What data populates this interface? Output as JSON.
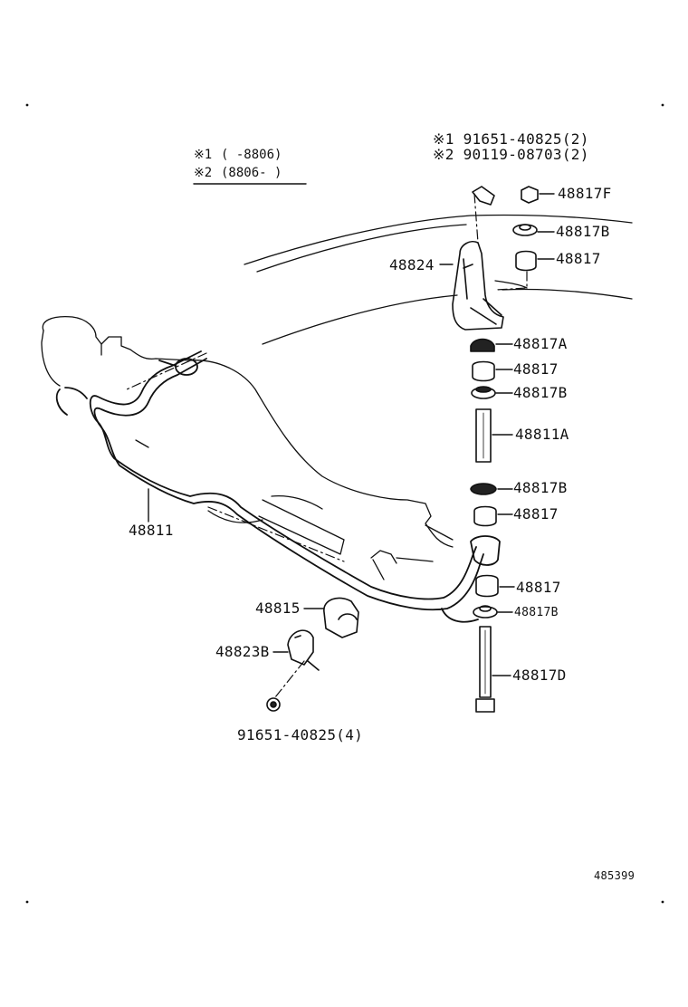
{
  "notes": {
    "mark1": "※1",
    "range1": "(     -8806)",
    "mark2": "※2",
    "range2": "(8806-     )"
  },
  "fasteners": [
    "※1 91651-40825(2)",
    "※2 90119-08703(2)"
  ],
  "parts": {
    "p48817F": "48817F",
    "p48817B_top": "48817B",
    "p48817_top": "48817",
    "p48824": "48824",
    "p48817A": "48817A",
    "p48817_2": "48817",
    "p48817B_2": "48817B",
    "p48811A": "48811A",
    "p48817B_3": "48817B",
    "p48817_3": "48817",
    "p48811": "48811",
    "p48817_4": "48817",
    "p48815": "48815",
    "p48817B_4": "48817B",
    "p48823B": "48823B",
    "p48817D": "48817D",
    "bolt": "91651-40825(4)"
  },
  "diagram_id": "485399"
}
